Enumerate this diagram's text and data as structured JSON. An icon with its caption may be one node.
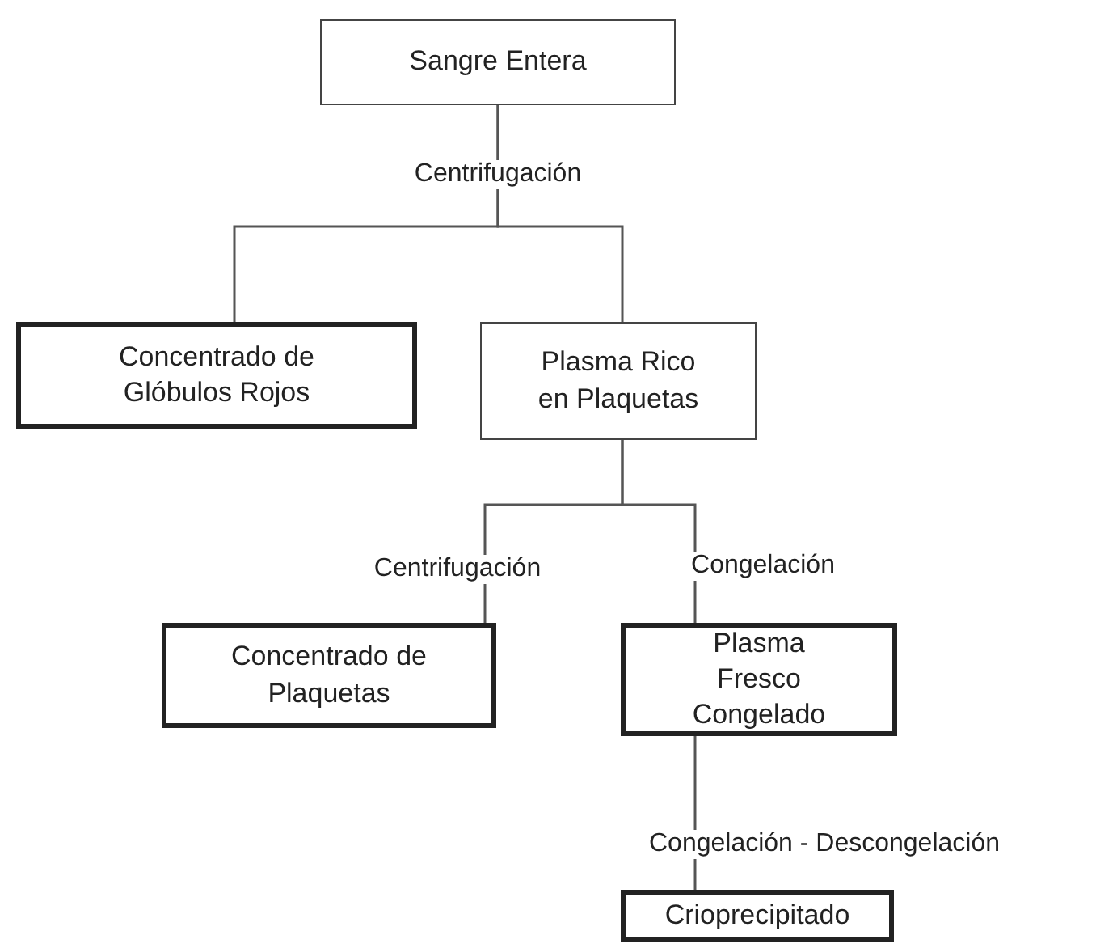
{
  "diagram": {
    "nodes": [
      {
        "text": [
          "Sangre Entera"
        ]
      },
      {
        "text": [
          "Concentrado de Glóbulos Rojos"
        ]
      },
      {
        "text": [
          "Plasma Rico en Plaquetas"
        ]
      },
      {
        "text": [
          "Concentrado de Plaquetas"
        ]
      },
      {
        "text": [
          "Plasma Fresco Congelado"
        ]
      },
      {
        "text": [
          "Crioprecipitado"
        ]
      }
    ],
    "edges": [
      {
        "from": 0,
        "to": 1,
        "arrow": "none",
        "label": "Centrifugación"
      },
      {
        "from": 0,
        "to": 2,
        "arrow": "none"
      },
      {
        "from": 2,
        "to": 3,
        "arrow": "none",
        "label": "Centrifugación"
      },
      {
        "from": 2,
        "to": 4,
        "arrow": "none",
        "label": "Congelación"
      },
      {
        "from": 4,
        "to": 5,
        "arrow": "none",
        "label": "Congelación - Descongelación"
      }
    ]
  }
}
